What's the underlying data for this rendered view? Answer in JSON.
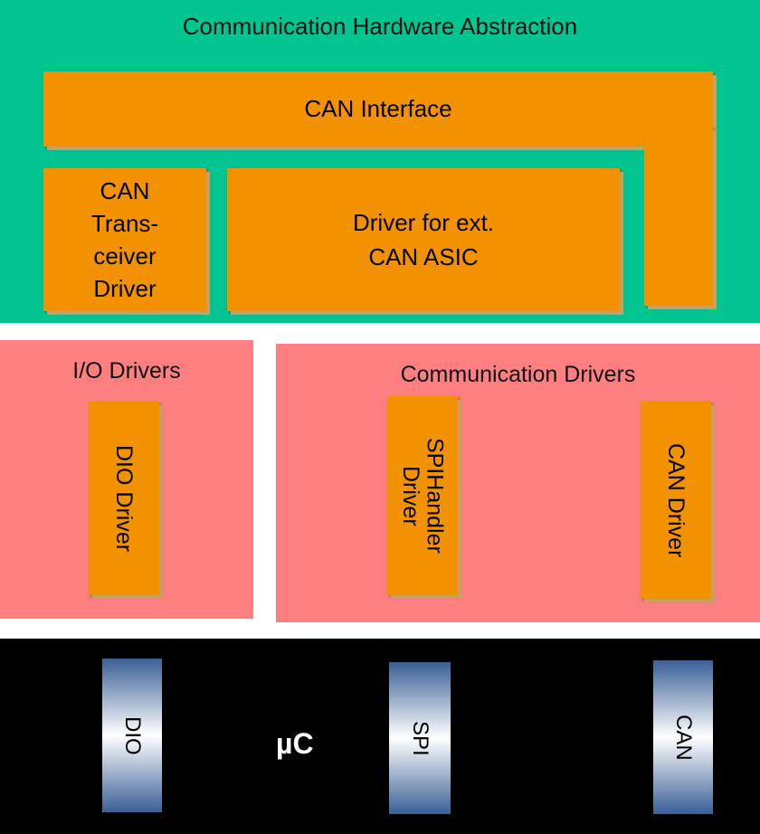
{
  "colors": {
    "abstraction_bg": "#00c591",
    "drivers_bg": "#ff7f80",
    "mcal_bg": "#000000",
    "module": "#f39200"
  },
  "abstraction": {
    "title": "Communication Hardware Abstraction",
    "can_interface": "CAN Interface",
    "transceiver_driver": [
      "CAN",
      "Trans-",
      "ceiver",
      "Driver"
    ],
    "ext_asic_driver": [
      "Driver for ext.",
      "CAN ASIC"
    ]
  },
  "io_drivers": {
    "title": "I/O Drivers",
    "dio_driver": "DIO Driver"
  },
  "comm_drivers": {
    "title": "Communication Drivers",
    "spi_handler_driver": [
      "SPIHandler",
      "Driver"
    ],
    "can_driver": "CAN Driver"
  },
  "microcontroller": {
    "label": "µC",
    "dio": "DIO",
    "spi": "SPI",
    "can": "CAN"
  }
}
